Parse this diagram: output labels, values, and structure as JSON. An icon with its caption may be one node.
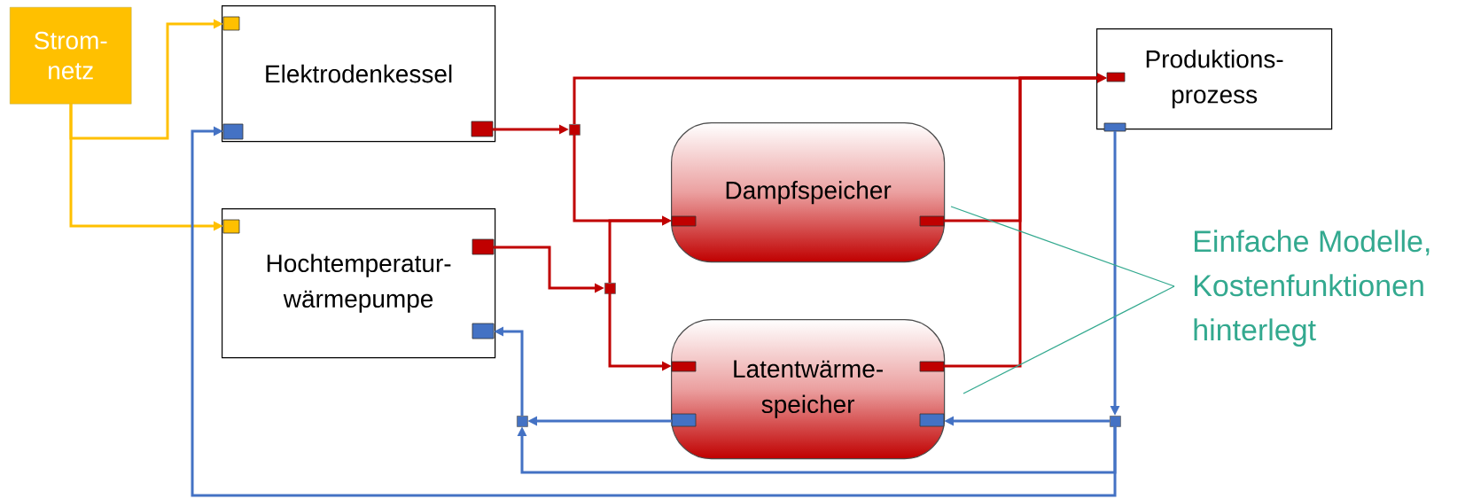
{
  "diagram": {
    "nodes": [
      {
        "text": [
          "Strom- netz"
        ]
      },
      {
        "text": [
          "Elektrodenkessel"
        ]
      },
      {
        "text": [
          "Produktions- prozess"
        ]
      },
      {
        "text": [
          "Dampfspeicher"
        ]
      },
      {
        "text": [
          "Hochtemperatur- wärmepumpe"
        ]
      },
      {
        "text": [
          "Latentwärme- speicher"
        ]
      },
      {
        "text": [
          "Einfache Modelle, Kostenfunktionen hinterlegt"
        ]
      },
      {
        "text": [],
        "shape": "box"
      },
      {
        "text": [],
        "shape": "box"
      },
      {
        "text": [],
        "shape": "box"
      },
      {
        "text": [],
        "shape": "box"
      }
    ],
    "edges": [
      {
        "from": 0,
        "to": 1,
        "arrow": "to",
        "color": "#ffc000"
      },
      {
        "from": 0,
        "to": 4,
        "arrow": "to",
        "color": "#ffc000"
      },
      {
        "from": 1,
        "to": 8,
        "arrow": "to"
      },
      {
        "from": 8,
        "to": 2,
        "arrow": "to"
      },
      {
        "from": 8,
        "to": 3,
        "arrow": "to"
      },
      {
        "from": 4,
        "to": 9,
        "arrow": "to"
      },
      {
        "from": 9,
        "to": 3,
        "arrow": "to"
      },
      {
        "from": 9,
        "to": 5,
        "arrow": "to"
      },
      {
        "from": 3,
        "to": 2,
        "arrow": "to"
      },
      {
        "from": 5,
        "to": 2,
        "arrow": "to"
      },
      {
        "from": 2,
        "to": 10,
        "arrow": "to",
        "color": "#4472c4"
      },
      {
        "from": 10,
        "to": 5,
        "arrow": "to",
        "color": "#4472c4"
      },
      {
        "from": 10,
        "to": 7,
        "arrow": "to",
        "color": "#4472c4"
      },
      {
        "from": 10,
        "to": 1,
        "arrow": "to",
        "color": "#4472c4"
      },
      {
        "from": 5,
        "to": 7,
        "arrow": "to",
        "color": "#4472c4"
      },
      {
        "from": 7,
        "to": 4,
        "arrow": "to",
        "color": "#4472c4"
      },
      {
        "from": 6,
        "to": 3,
        "arrow": "none",
        "color": "#33a98f"
      },
      {
        "from": 6,
        "to": 5,
        "arrow": "none",
        "color": "#33a98f"
      }
    ]
  }
}
